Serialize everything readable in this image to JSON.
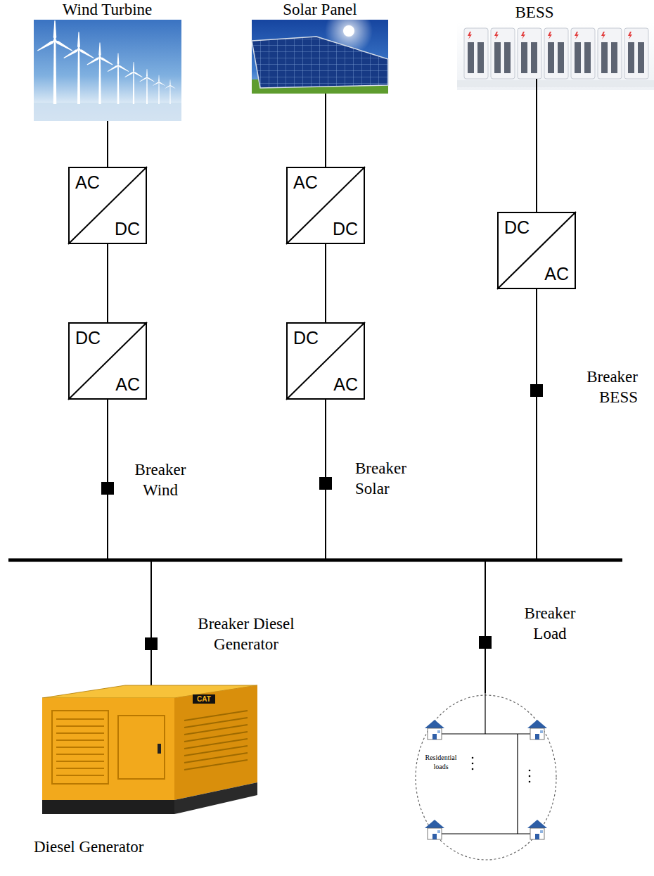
{
  "diagram": {
    "nodes": [
      {
        "text": [
          "Wind Turbine"
        ]
      },
      {
        "text": [
          "Solar Panel"
        ]
      },
      {
        "text": [
          "BESS"
        ]
      },
      {
        "text": [
          "AC",
          "DC"
        ]
      },
      {
        "text": [
          "DC",
          "AC"
        ]
      },
      {
        "text": [
          "AC",
          "DC"
        ]
      },
      {
        "text": [
          "DC",
          "AC"
        ]
      },
      {
        "text": [
          "DC",
          "AC"
        ]
      },
      {
        "text": [
          "Breaker Wind"
        ]
      },
      {
        "text": [
          "Breaker Solar"
        ]
      },
      {
        "text": [
          "Breaker BESS"
        ]
      },
      {
        "text": [
          "Breaker Diesel Generator"
        ]
      },
      {
        "text": [
          "Breaker Load"
        ]
      },
      {
        "text": [
          "Diesel Generator"
        ]
      },
      {
        "text": [
          "Residential loads"
        ]
      }
    ],
    "edges": [
      {
        "from": 0,
        "to": 3,
        "arrow": "none"
      },
      {
        "from": 3,
        "to": 4,
        "arrow": "none"
      },
      {
        "from": 4,
        "to": 8,
        "arrow": "none"
      },
      {
        "from": 1,
        "to": 5,
        "arrow": "none"
      },
      {
        "from": 5,
        "to": 6,
        "arrow": "none"
      },
      {
        "from": 6,
        "to": 9,
        "arrow": "none"
      },
      {
        "from": 2,
        "to": 7,
        "arrow": "none"
      },
      {
        "from": 7,
        "to": 10,
        "arrow": "none"
      },
      {
        "from": 11,
        "to": 13,
        "arrow": "none"
      },
      {
        "from": 12,
        "to": 14,
        "arrow": "none"
      }
    ],
    "labels": [
      "CAT"
    ]
  }
}
